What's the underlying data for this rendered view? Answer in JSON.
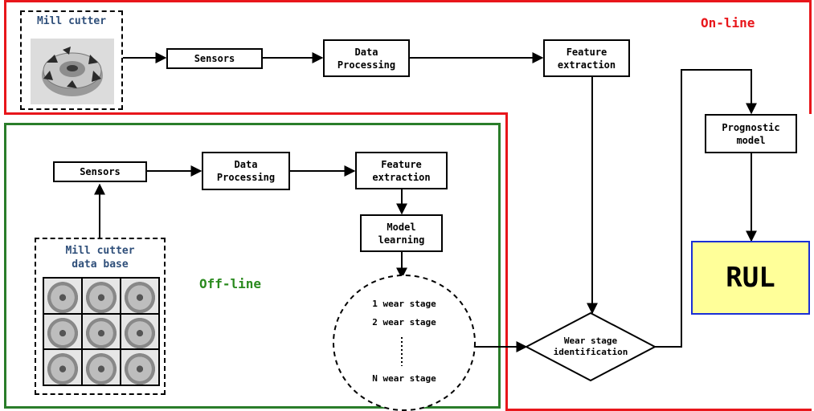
{
  "online": {
    "label": "On-line",
    "mill_cutter_label": "Mill cutter",
    "sensors": "Sensors",
    "data_processing": "Data\nProcessing",
    "feature_extraction": "Feature\nextraction",
    "prognostic_model": "Prognostic\nmodel",
    "rul": "RUL"
  },
  "offline": {
    "label": "Off-line",
    "database_label": "Mill cutter\ndata base",
    "sensors": "Sensors",
    "data_processing": "Data\nProcessing",
    "feature_extraction": "Feature\nextraction",
    "model_learning": "Model\nlearning",
    "stages": [
      "1 wear stage",
      "2 wear stage",
      "N wear stage"
    ]
  },
  "wear_stage_identification": "Wear stage\nidentification",
  "colors": {
    "online_border": "#e8161b",
    "offline_border": "#2a7d2a",
    "online_label": "#e8161b",
    "offline_label": "#2a8a1e",
    "mill_label": "#2f4f7a",
    "rul_fill": "#ffff99",
    "rul_border": "#1a2fd6"
  }
}
